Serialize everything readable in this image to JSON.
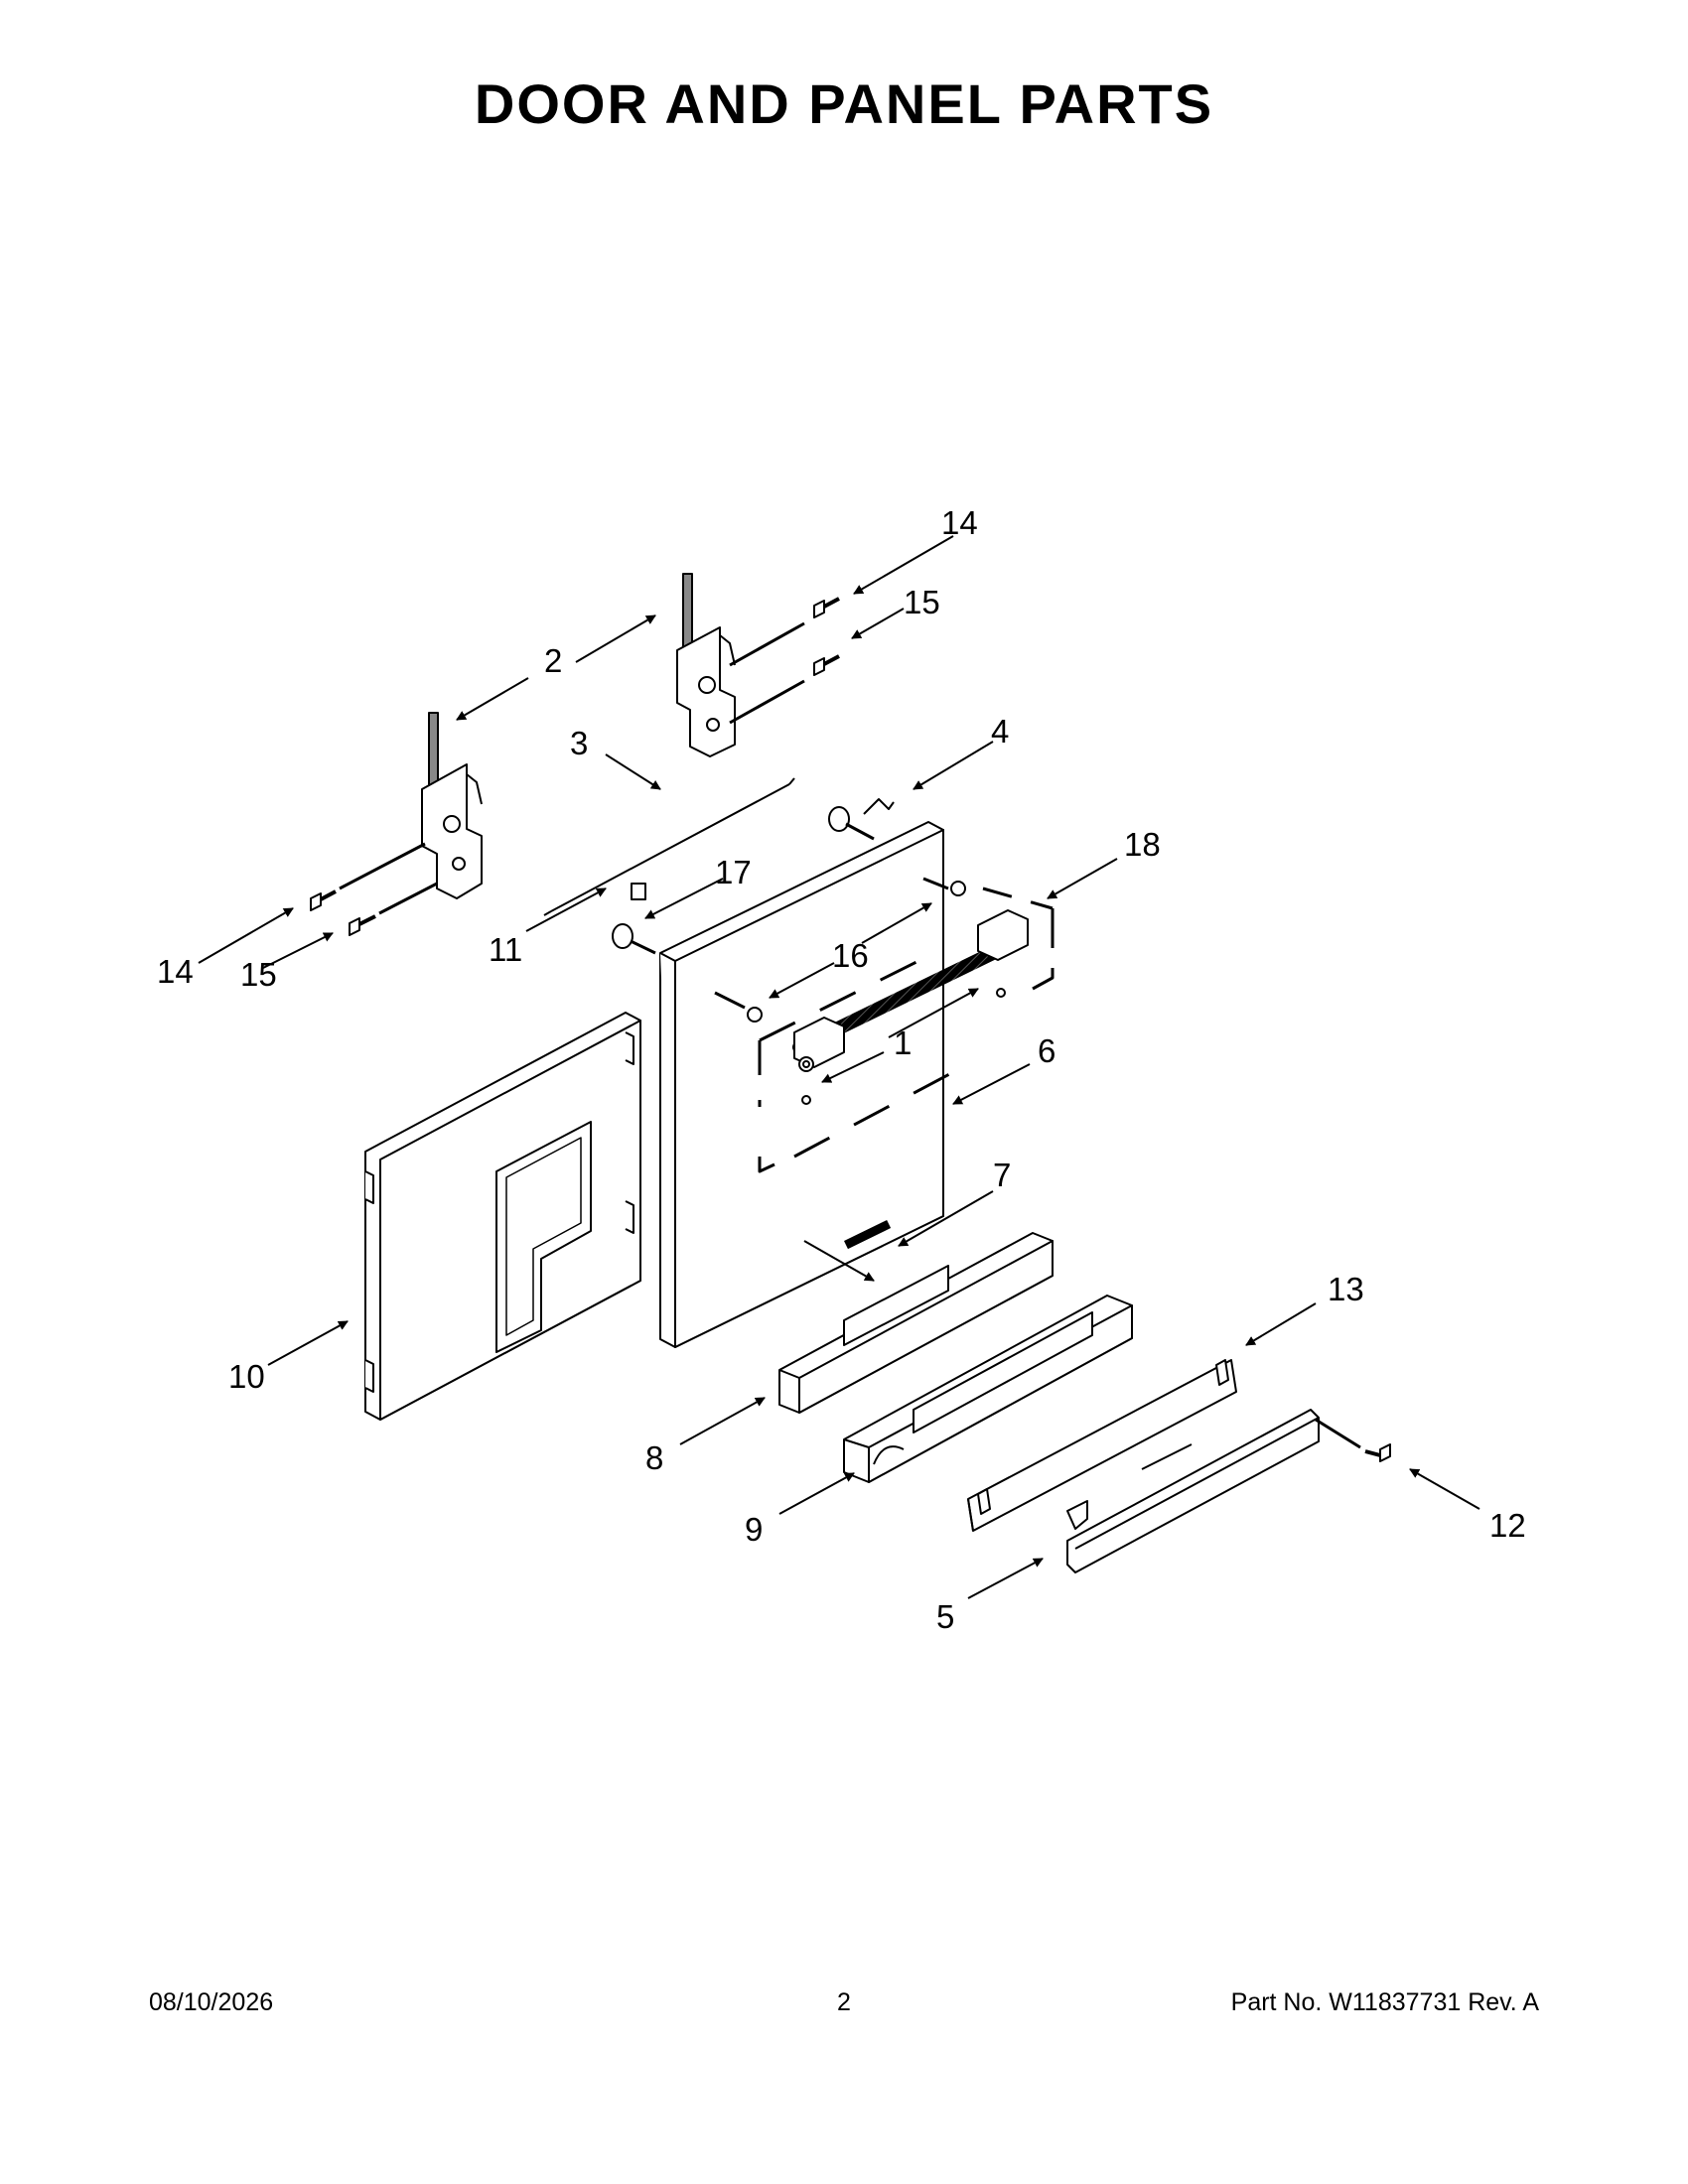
{
  "title": "DOOR AND PANEL PARTS",
  "footer": {
    "date": "08/10/2026",
    "page": "2",
    "part": "Part No.  W11837731  Rev.  A"
  },
  "callouts": {
    "c1": "1",
    "c2": "2",
    "c3": "3",
    "c4": "4",
    "c5": "5",
    "c6": "6",
    "c7": "7",
    "c8": "8",
    "c9": "9",
    "c10": "10",
    "c11": "11",
    "c12": "12",
    "c13": "13",
    "c14a": "14",
    "c14b": "14",
    "c15a": "15",
    "c15b": "15",
    "c16": "16",
    "c17": "17",
    "c18": "18"
  },
  "brand_badge_icon": "brand-badge-icon"
}
